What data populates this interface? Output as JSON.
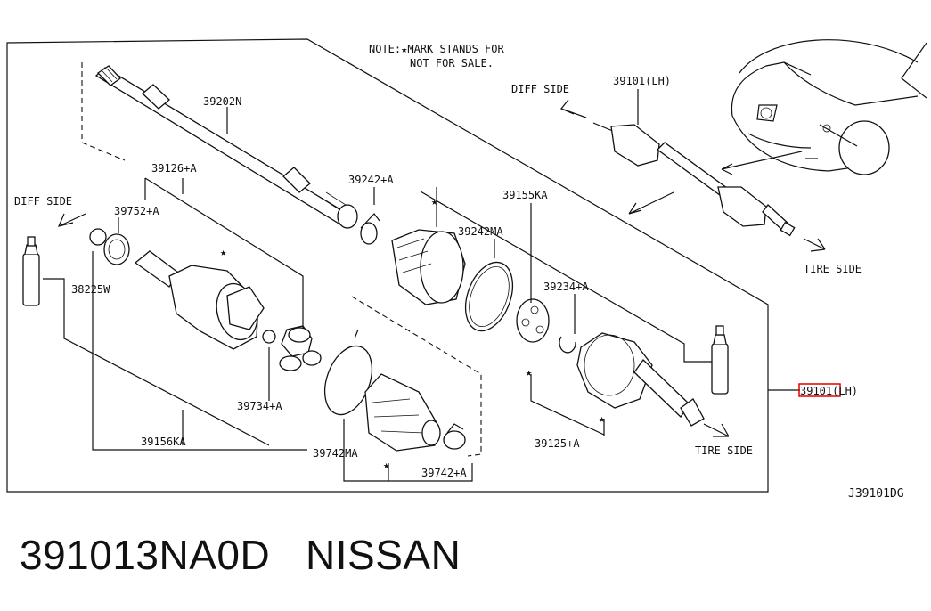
{
  "note": {
    "line1": "NOTE:★MARK STANDS FOR",
    "line2": "NOT FOR SALE."
  },
  "labels": {
    "p39202N": "39202N",
    "p39126A": "39126+A",
    "p39752A": "39752+A",
    "p38225W": "38225W",
    "p39242A": "39242+A",
    "p39242MA": "39242MA",
    "p39155KA": "39155KA",
    "p39234A": "39234+A",
    "p39734A": "39734+A",
    "p39156KA": "39156KA",
    "p39742MA": "39742MA",
    "p39742A": "39742+A",
    "p39125A": "39125+A",
    "p39101LH_top": "39101(LH)",
    "p39101LH_main": "39101(LH)"
  },
  "directions": {
    "diff_side_left": "DIFF SIDE",
    "diff_side_top": "DIFF SIDE",
    "tire_side_main": "TIRE SIDE",
    "tire_side_top": "TIRE SIDE"
  },
  "star": "★",
  "diagram_code": "J39101DG",
  "caption": "391013NA0D   NISSAN",
  "colors": {
    "line": "#111111",
    "highlight": "#e00000",
    "background": "#ffffff"
  }
}
